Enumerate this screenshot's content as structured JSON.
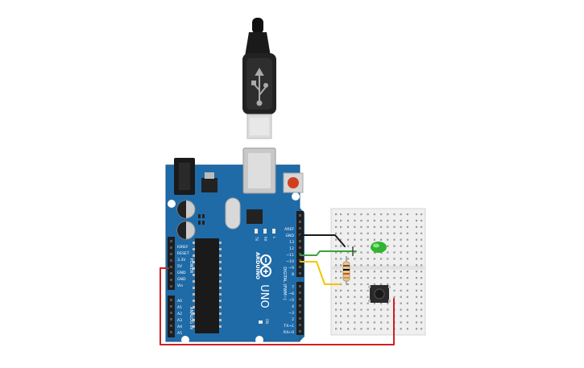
{
  "colors": {
    "board": "#1f6ba8",
    "board_dark": "#175a8f",
    "header": "#1e1e1e",
    "breadboard": "#efefef",
    "hole": "#9a9a9a",
    "wire_black": "#1a1a1a",
    "wire_green": "#3aa43a",
    "wire_yellow": "#f2c600",
    "wire_red": "#d02020",
    "led": "#2fb52f",
    "reset": "#d04020",
    "silver": "#c8c8c8"
  },
  "arduino": {
    "brand": "ARDUINO",
    "model": "UNO",
    "power_group": "POWER",
    "analog_group": "ANALOG IN",
    "digital_group": "DIGITAL (PWM~)",
    "power_pins": [
      "IOREF",
      "RESET",
      "3.3V",
      "5V",
      "GND",
      "GND",
      "Vin"
    ],
    "analog_pins": [
      "A0",
      "A1",
      "A2",
      "A3",
      "A4",
      "A5"
    ],
    "digital_top": [
      "AREF",
      "GND",
      "13",
      "12",
      "~11",
      "~10",
      "~9",
      "8"
    ],
    "digital_bottom": [
      "7",
      "~6",
      "~5",
      "4",
      "~3",
      "2",
      "TX→1",
      "RX←0"
    ],
    "leds": [
      "TX",
      "RX",
      "L"
    ],
    "power_led": "ON"
  },
  "components": {
    "usb_cable": "usb-cable",
    "resistor": "resistor",
    "led": "green-led",
    "pushbutton": "pushbutton"
  }
}
